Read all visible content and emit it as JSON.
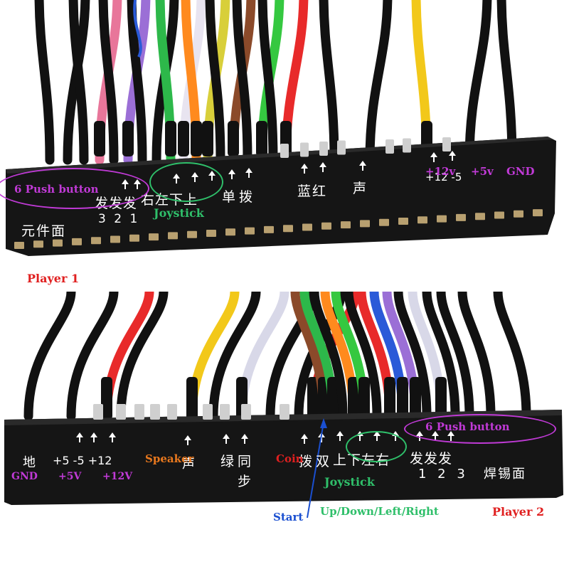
{
  "colors": {
    "purple": "#c03ad6",
    "green": "#2fbf6a",
    "red": "#e02020",
    "orange": "#e8781e",
    "blue": "#1a4fd0",
    "connector": "#141414",
    "print": "#ffffff"
  },
  "player1": {
    "caption": "Player  1",
    "push_button": "6 Push button",
    "joystick": "Joystick",
    "power_12v": "+12v",
    "power_5v": "+5v",
    "power_gnd": "GND",
    "print_buttons_cn": "发发发",
    "print_buttons_num": "3 2 1",
    "print_joystick_cn": "右左下上",
    "print_single": "单",
    "print_coin": "拨",
    "print_bluered": "蓝红",
    "print_sound": "声",
    "print_power": "+12 -5",
    "print_component_side": "元件面"
  },
  "player2": {
    "caption": "Player 2",
    "push_button": "6 Push button",
    "joystick": "Joystick",
    "directions": "Up/Down/Left/Right",
    "start": "Start",
    "speaker": "Speaker",
    "coin": "Coin",
    "gnd": "GND",
    "v5": "+5V",
    "v12": "+12V",
    "print_ground": "地",
    "print_power": "+5  -5 +12",
    "print_sound": "声",
    "print_green": "绿",
    "print_sync": "同",
    "print_sync2": "步",
    "print_coin": "拨",
    "print_double": "双",
    "print_joystick_cn": "上下左右",
    "print_buttons_cn": "发发发",
    "print_buttons_num": "1 2 3",
    "print_solder_side": "焊锡面"
  }
}
